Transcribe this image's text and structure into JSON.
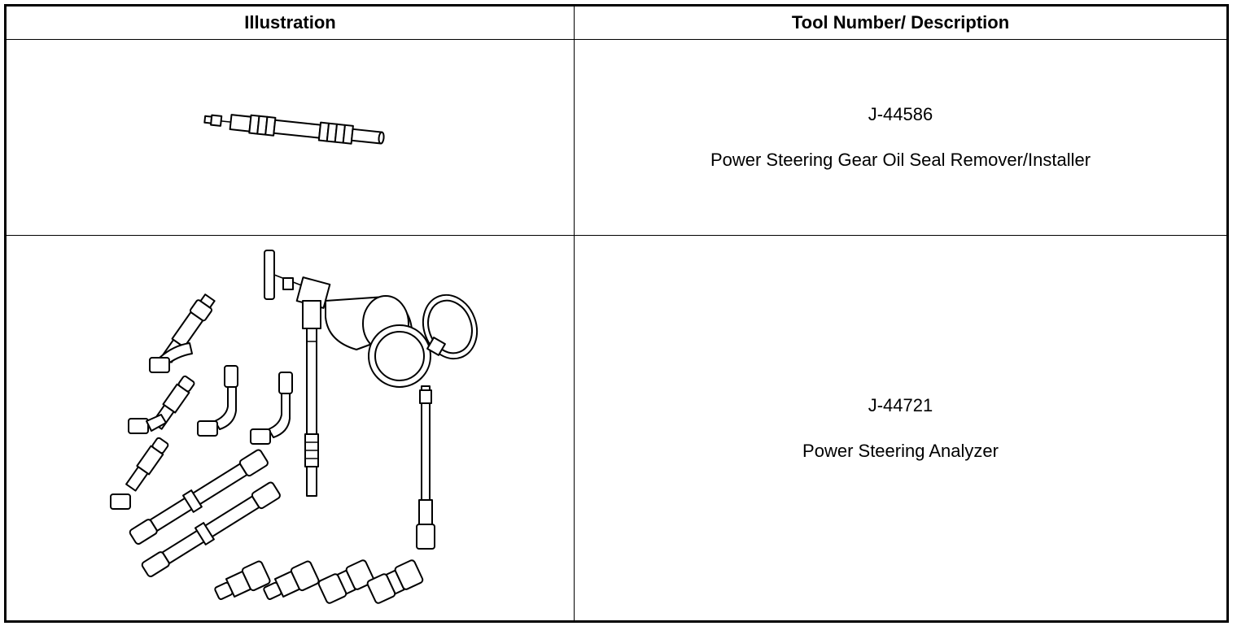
{
  "table": {
    "headers": {
      "illustration": "Illustration",
      "tool": "Tool Number/ Description"
    },
    "rows": [
      {
        "illustration_icon": "seal-remover-installer-tool-icon",
        "tool_number": "J-44586",
        "description": "Power Steering Gear Oil Seal Remover/Installer"
      },
      {
        "illustration_icon": "power-steering-analyzer-kit-icon",
        "tool_number": "J-44721",
        "description": "Power Steering Analyzer"
      }
    ]
  }
}
